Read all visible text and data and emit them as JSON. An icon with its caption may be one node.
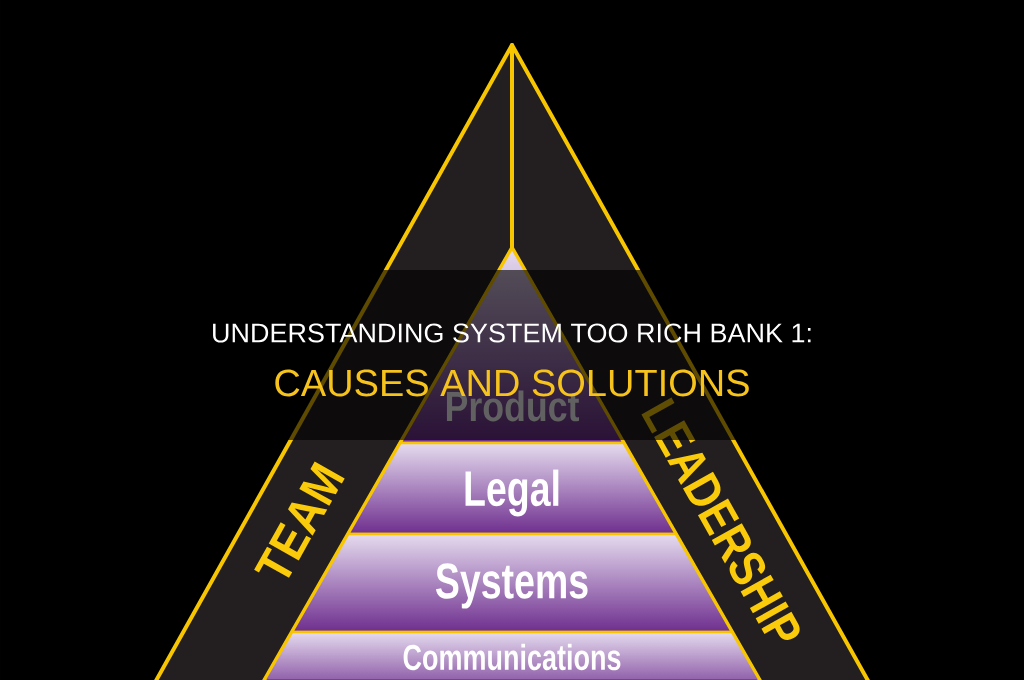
{
  "diagram": {
    "title": "UNDERSTANDING SYSTEM TOO RICH BANK 1:",
    "nodes": [
      {
        "text": [
          "TEAM"
        ]
      },
      {
        "text": [
          "LEADERSHIP"
        ]
      },
      {
        "text": [
          "Product"
        ]
      },
      {
        "text": [
          "Legal"
        ]
      },
      {
        "text": [
          "Systems"
        ]
      },
      {
        "text": [
          "Communications"
        ]
      }
    ],
    "labels": [
      "CAUSES AND SOLUTIONS"
    ]
  }
}
